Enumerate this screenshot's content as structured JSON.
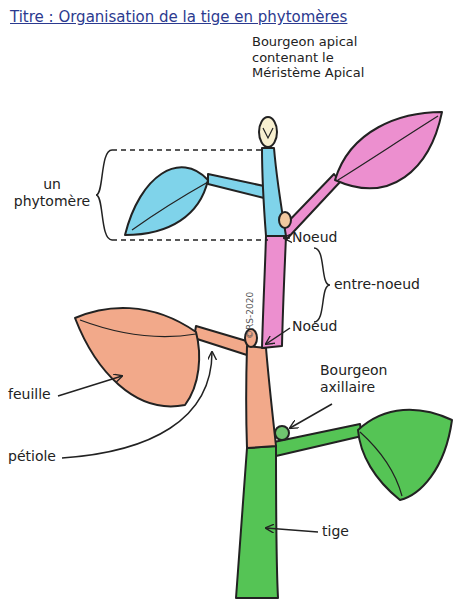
{
  "diagram": {
    "title": "Titre : Organisation de la tige en phytomères",
    "labels": [
      "Bourgeon apical contenant le Méristème Apical",
      "un phytomère",
      "Noeud",
      "entre-noeud",
      "Noeud",
      "Bourgeon axillaire",
      "feuille",
      "pétiole",
      "tige",
      "©RS-2020"
    ]
  }
}
